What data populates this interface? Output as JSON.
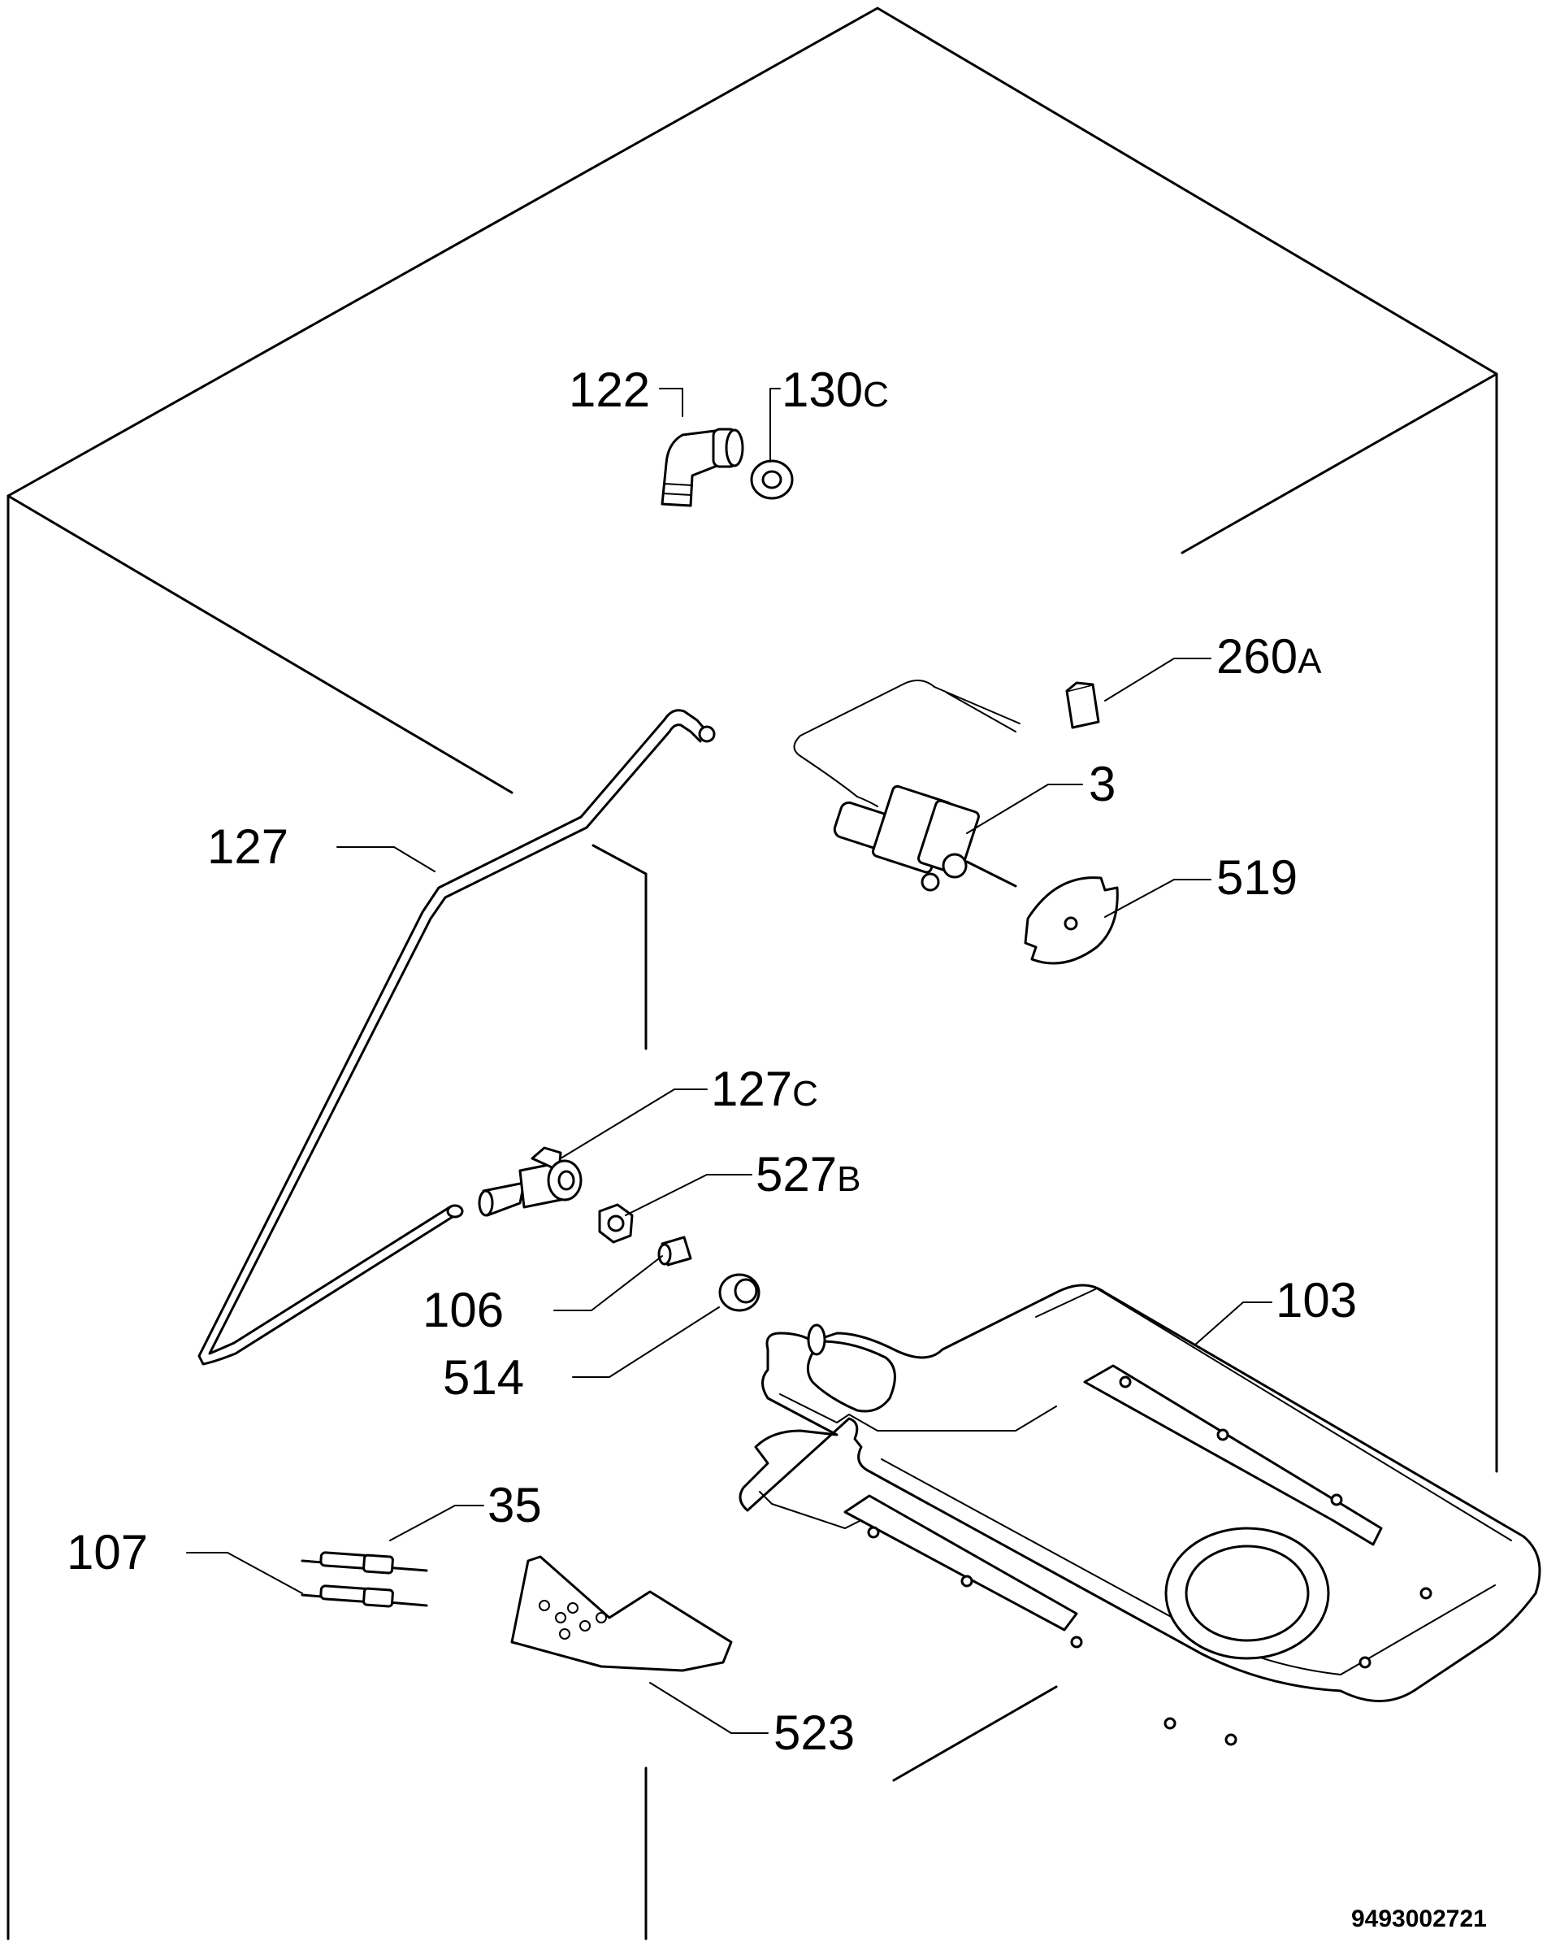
{
  "labels": {
    "p122": "122",
    "p130c_num": "130",
    "p130c_sfx": "C",
    "p260a_num": "260",
    "p260a_sfx": "A",
    "p3": "3",
    "p519": "519",
    "p127": "127",
    "p127c_num": "127",
    "p127c_sfx": "C",
    "p527b_num": "527",
    "p527b_sfx": "B",
    "p106": "106",
    "p514": "514",
    "p103": "103",
    "p35": "35",
    "p107": "107",
    "p523": "523"
  },
  "drawing_code": "9493002721"
}
